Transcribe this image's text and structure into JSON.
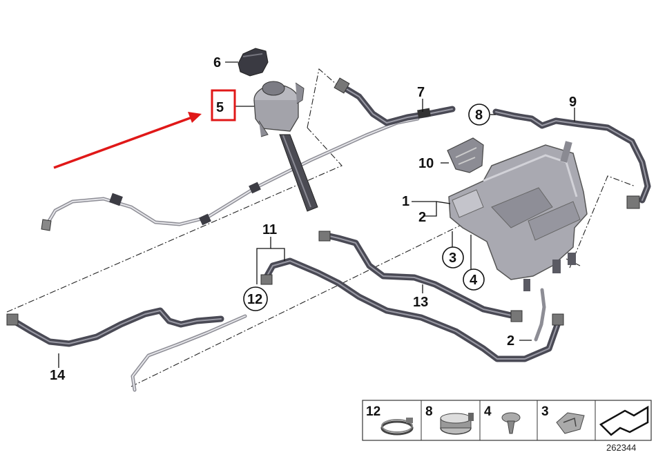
{
  "diagram": {
    "callouts": {
      "c1": "1",
      "c2a": "2",
      "c2b": "2",
      "c3": "3",
      "c4": "4",
      "c5": "5",
      "c6": "6",
      "c7": "7",
      "c8": "8",
      "c9": "9",
      "c10": "10",
      "c11": "11",
      "c12": "12",
      "c13": "13",
      "c14": "14"
    },
    "legend": {
      "items": [
        "12",
        "8",
        "4",
        "3"
      ]
    },
    "reference_number": "262344",
    "colors": {
      "highlight": "#e01818",
      "hose": "#4a4a55",
      "tank": "#a9a9b1"
    }
  }
}
